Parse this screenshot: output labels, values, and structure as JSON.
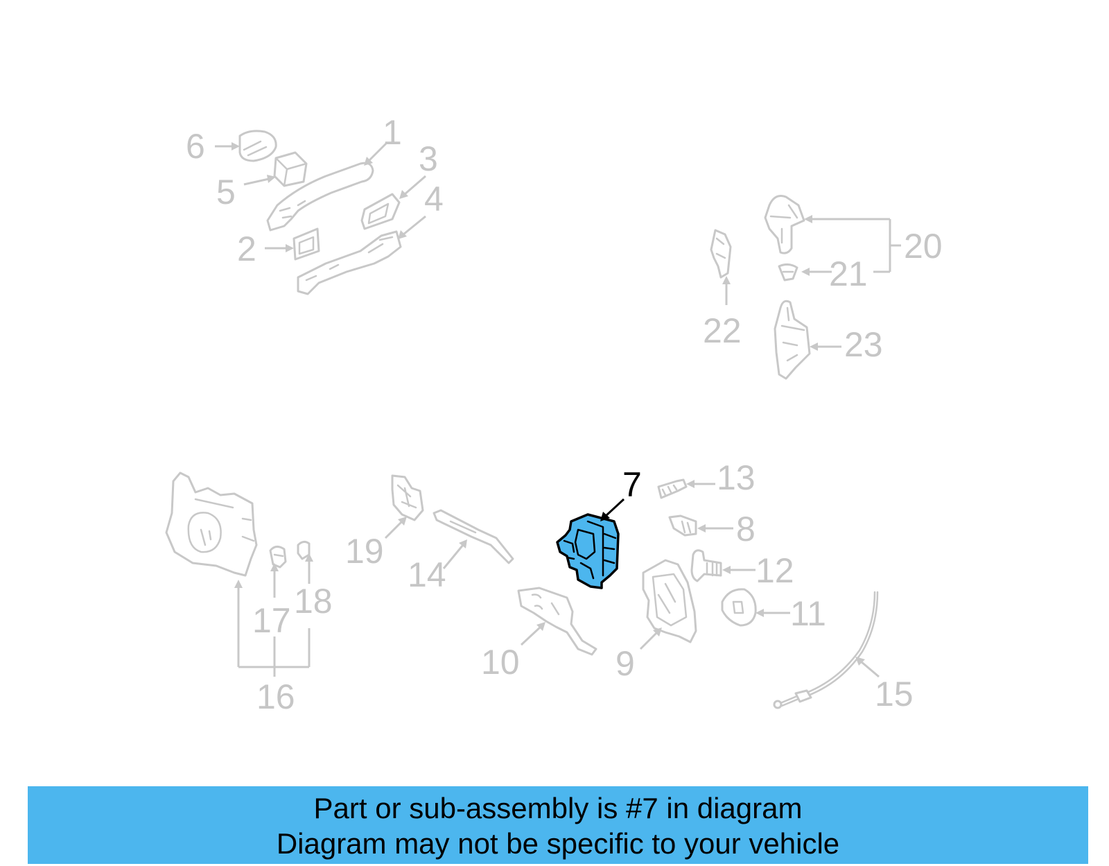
{
  "diagram": {
    "highlighted_callout": "7",
    "callouts": [
      "1",
      "2",
      "3",
      "4",
      "5",
      "6",
      "7",
      "8",
      "9",
      "10",
      "11",
      "12",
      "13",
      "14",
      "15",
      "16",
      "17",
      "18",
      "19",
      "20",
      "21",
      "22",
      "23"
    ]
  },
  "banner": {
    "line1": "Part or sub-assembly is #7 in diagram",
    "line2": "Diagram may not be specific to your vehicle"
  },
  "colors": {
    "banner_background": "#4cb6ee",
    "highlight_fill": "#4cb6ee",
    "inactive_part": "#c8c8c8"
  }
}
